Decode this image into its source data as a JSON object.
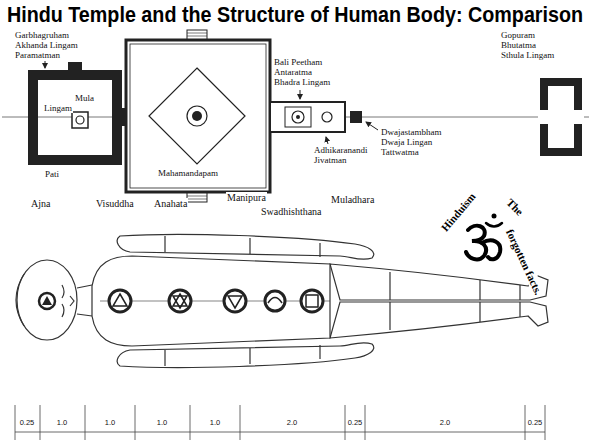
{
  "diagram": {
    "title": "Hindu Temple and the Structure of Human Body: Comparison",
    "labels": [
      "Garbhagruham",
      "Akhanda Lingam",
      "Paramatman",
      "Mula",
      "Lingam",
      "Pati",
      "Mahamandapam",
      "Bali Peetham",
      "Antaratma",
      "Bhadra Lingam",
      "Dwajastambham",
      "Dwaja Lingan",
      "Tattwatma",
      "Adhikaranandi",
      "Jivatman",
      "Gopuram",
      "Bhutatma",
      "Sthula Lingam",
      "Ajna",
      "Visuddha",
      "Anahata",
      "Manipura",
      "Swadhishthana",
      "Muladhara",
      "0.25",
      "1.0",
      "1.0",
      "1.0",
      "1.0",
      "2.0",
      "0.25",
      "2.0",
      "0.25",
      "Hinduism",
      "The",
      "forgotten facts."
    ]
  }
}
